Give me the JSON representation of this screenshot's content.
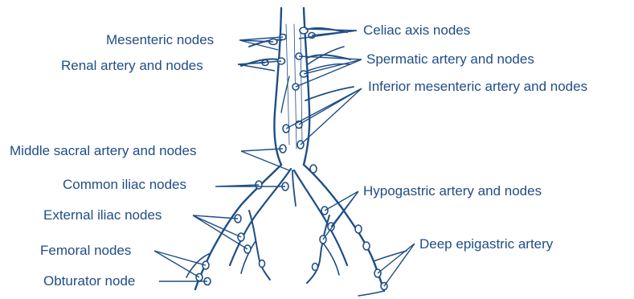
{
  "colors": {
    "ink": "#1f4e86",
    "background": "#ffffff"
  },
  "labels": {
    "mesenteric_nodes": "Mesenteric nodes",
    "renal_artery_nodes": "Renal artery and nodes",
    "celiac_axis_nodes": "Celiac axis nodes",
    "spermatic_artery_nodes": "Spermatic artery and nodes",
    "inferior_mesenteric_artery_nodes": "Inferior mesenteric artery and nodes",
    "middle_sacral_artery_nodes": "Middle sacral artery and nodes",
    "common_iliac_nodes": "Common iliac nodes",
    "hypogastric_artery_nodes": "Hypogastric artery and nodes",
    "external_iliac_nodes": "External iliac nodes",
    "femoral_nodes": "Femoral nodes",
    "deep_epigastric_artery": "Deep epigastric artery",
    "obturator_node": "Obturator node"
  }
}
